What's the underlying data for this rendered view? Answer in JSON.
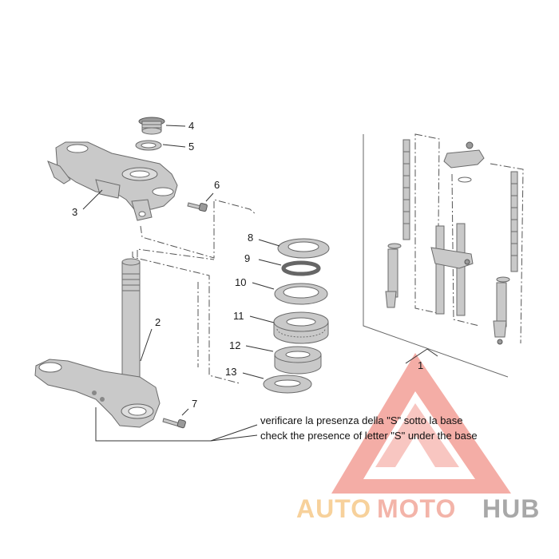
{
  "callouts": {
    "c1": "1",
    "c2": "2",
    "c3": "3",
    "c4": "4",
    "c5": "5",
    "c6": "6",
    "c7": "7",
    "c8": "8",
    "c9": "9",
    "c10": "10",
    "c11": "11",
    "c12": "12",
    "c13": "13"
  },
  "notes": {
    "italian": "verificare la presenza della \"S\" sotto la base",
    "english": "check the presence of letter \"S\" under the base"
  },
  "watermark": {
    "part1": "AUTO",
    "part2": "MOTO",
    "part3": "HUB",
    "colors": {
      "part1": "#f6c98a",
      "part2": "#f2a89b",
      "part3": "#9a9a9a",
      "triangle": "#ec6b5e"
    }
  }
}
